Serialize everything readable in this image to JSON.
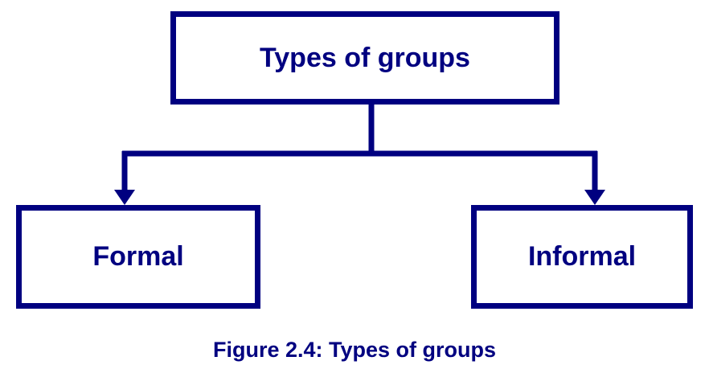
{
  "diagram": {
    "root": {
      "label": "Types of groups"
    },
    "children": [
      {
        "label": "Formal"
      },
      {
        "label": "Informal"
      }
    ]
  },
  "caption": "Figure 2.4: Types of groups",
  "colors": {
    "stroke": "#000080",
    "text": "#000080",
    "background": "#ffffff"
  }
}
